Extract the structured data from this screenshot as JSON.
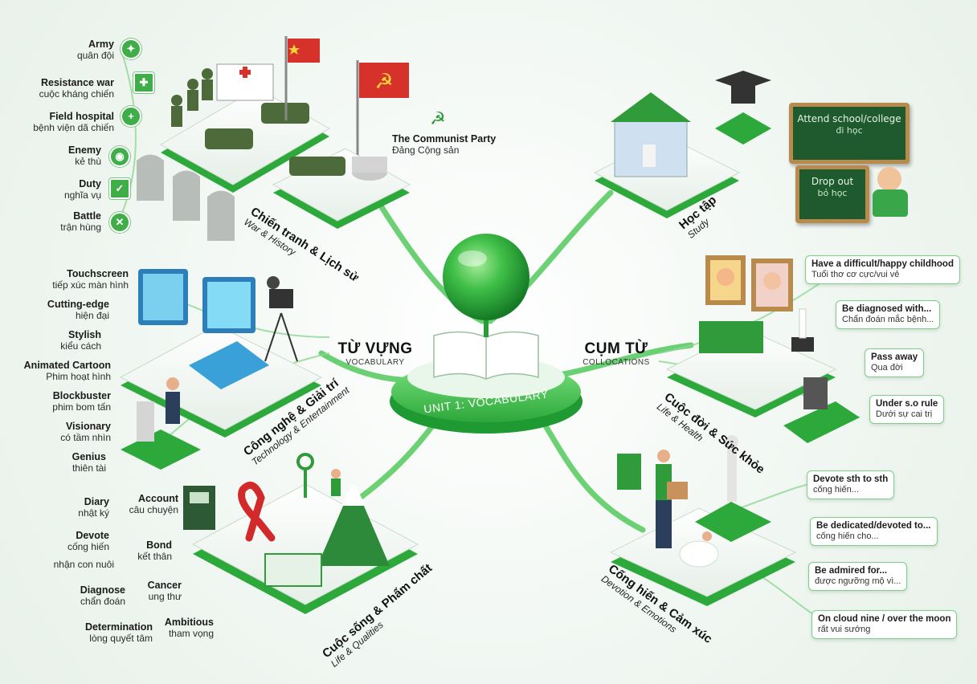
{
  "center": {
    "unit_label": "UNIT 1: VOCABULARY",
    "vocab_vi": "TỪ VỰNG",
    "vocab_en": "VOCABULARY",
    "colloc_vi": "CỤM TỪ",
    "colloc_en": "COLLOCATIONS"
  },
  "colors": {
    "accent": "#3fae49",
    "accent_dark": "#1f7a2c",
    "board": "#1f5a2e"
  },
  "categories": {
    "war": {
      "vi": "Chiến tranh & Lịch sử",
      "en": "War & History"
    },
    "study": {
      "vi": "Học tập",
      "en": "Study"
    },
    "tech": {
      "vi": "Công nghệ & Giải trí",
      "en": "Technology & Entertainment"
    },
    "life_health": {
      "vi": "Cuộc đời & Sức khỏe",
      "en": "Life & Health"
    },
    "life_qualities": {
      "vi": "Cuộc sống & Phẩm chất",
      "en": "Life & Qualities"
    },
    "devotion": {
      "vi": "Cống hiến & Cảm xúc",
      "en": "Devotion & Emotions"
    }
  },
  "war_terms": [
    {
      "en": "Army",
      "vi": "quân đội"
    },
    {
      "en": "Resistance war",
      "vi": "cuộc kháng chiến"
    },
    {
      "en": "Field hospital",
      "vi": "bệnh viện dã chiến"
    },
    {
      "en": "Enemy",
      "vi": "kẻ thù"
    },
    {
      "en": "Duty",
      "vi": "nghĩa vụ"
    },
    {
      "en": "Battle",
      "vi": "trận hùng"
    }
  ],
  "party": {
    "en": "The Communist Party",
    "vi": "Đảng Cộng sản"
  },
  "tech_terms": [
    {
      "en": "Touchscreen",
      "vi": "tiếp xúc màn hình"
    },
    {
      "en": "Cutting-edge",
      "vi": "hiện đại"
    },
    {
      "en": "Stylish",
      "vi": "kiểu cách"
    },
    {
      "en": "Animated Cartoon",
      "vi": "Phim hoạt hình"
    },
    {
      "en": "Blockbuster",
      "vi": "phim bom tấn"
    },
    {
      "en": "Visionary",
      "vi": "có tầm nhìn"
    },
    {
      "en": "Genius",
      "vi": "thiên tài"
    }
  ],
  "life_terms": {
    "diary": {
      "en": "Diary",
      "vi": "nhật ký"
    },
    "account": {
      "en": "Account",
      "vi": "câu chuyện"
    },
    "devote": {
      "en": "Devote",
      "vi": "cống hiến"
    },
    "adopt_vi": "nhận con nuôi",
    "bond": {
      "en": "Bond",
      "vi": "kết thân"
    },
    "diagnose": {
      "en": "Diagnose",
      "vi": "chẩn đoán"
    },
    "cancer": {
      "en": "Cancer",
      "vi": "ung thư"
    },
    "determination": {
      "en": "Determination",
      "vi": "lòng quyết tâm"
    },
    "ambitious": {
      "en": "Ambitious",
      "vi": "tham vọng"
    }
  },
  "study_boards": [
    {
      "en": "Attend school/college",
      "vi": "đi học"
    },
    {
      "en": "Drop out",
      "vi": "bỏ học"
    }
  ],
  "life_health_terms": [
    {
      "en": "Have a difficult/happy childhood",
      "vi": "Tuổi thơ cơ cực/vui vẻ"
    },
    {
      "en": "Be diagnosed with...",
      "vi": "Chẩn đoán mắc bệnh..."
    },
    {
      "en": "Pass away",
      "vi": "Qua đời"
    },
    {
      "en": "Under s.o rule",
      "vi": "Dưới sự cai trị"
    }
  ],
  "devotion_terms": [
    {
      "en": "Devote sth to sth",
      "vi": "cống hiến..."
    },
    {
      "en": "Be dedicated/devoted to...",
      "vi": "cống hiến cho..."
    },
    {
      "en": "Be admired for...",
      "vi": "được ngưỡng mộ vì..."
    },
    {
      "en": "On cloud nine / over the moon",
      "vi": "rất vui sướng"
    }
  ]
}
